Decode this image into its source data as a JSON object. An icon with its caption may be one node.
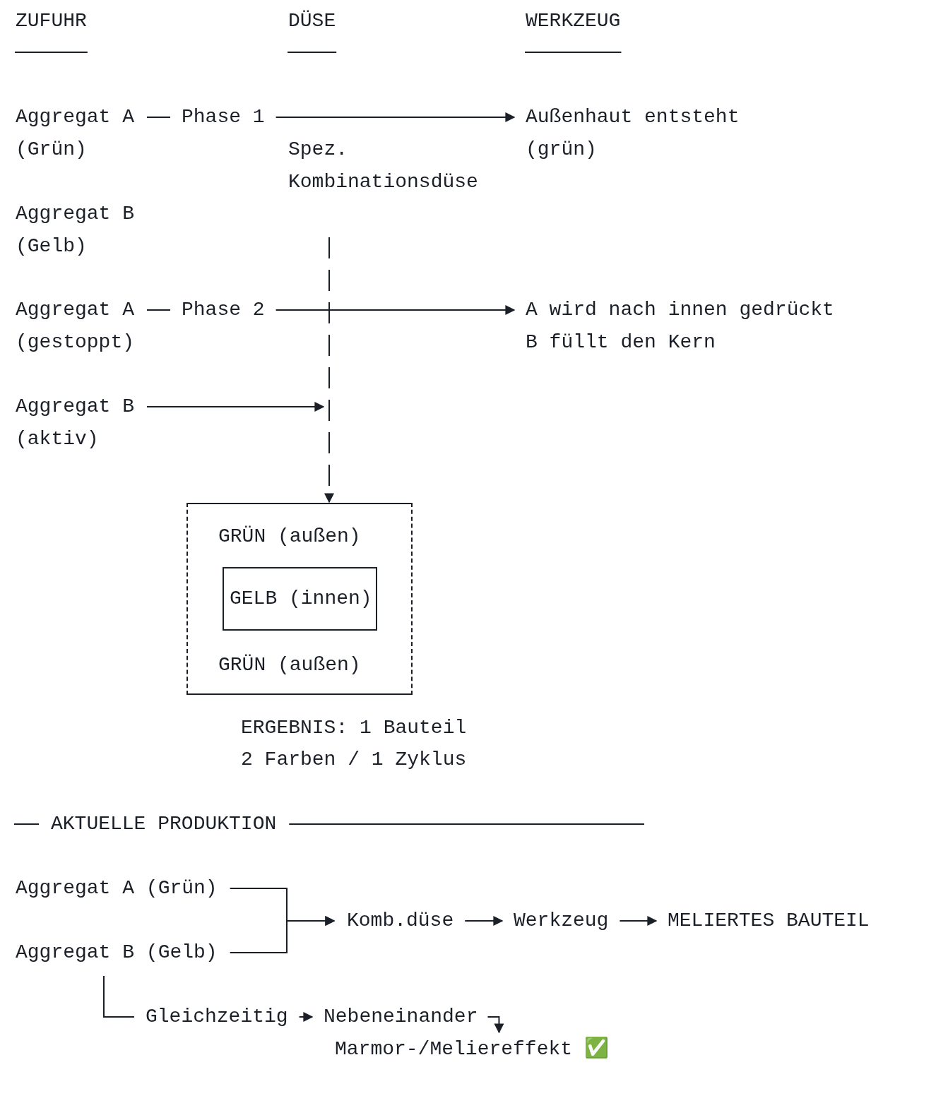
{
  "diagram": {
    "nodes": [
      {
        "text": [
          "Aggregat A (Grün)"
        ]
      },
      {
        "text": [
          "Phase 1"
        ]
      },
      {
        "text": [
          "Außenhaut entsteht (grün)"
        ]
      },
      {
        "text": [
          "Spez. Kombinationsdüse"
        ]
      },
      {
        "text": [
          "Aggregat B (Gelb)"
        ]
      },
      {
        "text": [
          "Aggregat A (gestoppt)"
        ]
      },
      {
        "text": [
          "Phase 2"
        ]
      },
      {
        "text": [
          "A wird nach innen gedrückt",
          "B füllt den Kern"
        ]
      },
      {
        "text": [
          "Aggregat B (aktiv)"
        ]
      },
      {
        "text": [
          "GRÜN (außen)",
          "GRÜN (außen)"
        ],
        "beside": [
          "ERGEBNIS: 1 Bauteil",
          "2 Farben / 1 Zyklus"
        ]
      },
      {
        "text": [
          "GELB (innen)"
        ],
        "in": 9
      },
      {
        "text": [
          "Aggregat A (Grün)"
        ]
      },
      {
        "text": [
          "Aggregat B (Gelb)"
        ]
      },
      {
        "text": [
          "Komb.düse"
        ]
      },
      {
        "text": [
          "Werkzeug"
        ]
      },
      {
        "text": [
          "MELIERTES BAUTEIL"
        ]
      },
      {
        "text": [
          "Gleichzeitig"
        ]
      },
      {
        "text": [
          "Nebeneinander"
        ]
      },
      {
        "text": [
          "Marmor-/Meliereffekt ✅"
        ]
      }
    ],
    "edges": [
      {
        "from": 0,
        "to": 1,
        "arrow": "none"
      },
      {
        "from": 1,
        "to": 2,
        "arrow": "to"
      },
      {
        "from": 5,
        "to": 6,
        "arrow": "none"
      },
      {
        "from": 6,
        "to": 7,
        "arrow": "to"
      },
      {
        "from": 8,
        "to": null,
        "arrow": "to"
      },
      {
        "from": 3,
        "to": 9,
        "arrow": "to",
        "style": "dashed"
      },
      {
        "from": 11,
        "to": 13,
        "arrow": "to"
      },
      {
        "from": 12,
        "to": 13,
        "arrow": "to"
      },
      {
        "from": 13,
        "to": 14,
        "arrow": "to"
      },
      {
        "from": 14,
        "to": 15,
        "arrow": "to"
      },
      {
        "from": 12,
        "to": 16,
        "arrow": "none"
      },
      {
        "from": 16,
        "to": 17,
        "arrow": "to"
      },
      {
        "from": 17,
        "to": 18,
        "arrow": "to"
      }
    ],
    "labels": [
      "ZUFUHR",
      "DÜSE",
      "WERKZEUG",
      "AKTUELLE PRODUKTION"
    ]
  }
}
